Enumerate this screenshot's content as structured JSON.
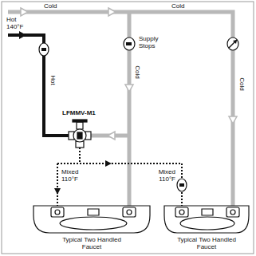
{
  "diagram": {
    "labels": [
      "Cold",
      "Cold",
      "Hot 140°F",
      "Supply Stops",
      "LFMMV-M1",
      "Hot",
      "Cold",
      "Cold",
      "Mixed 110°F",
      "Mixed 110°F",
      "Typical Two Handled Faucet",
      "Typical Two Handled Faucet"
    ]
  }
}
